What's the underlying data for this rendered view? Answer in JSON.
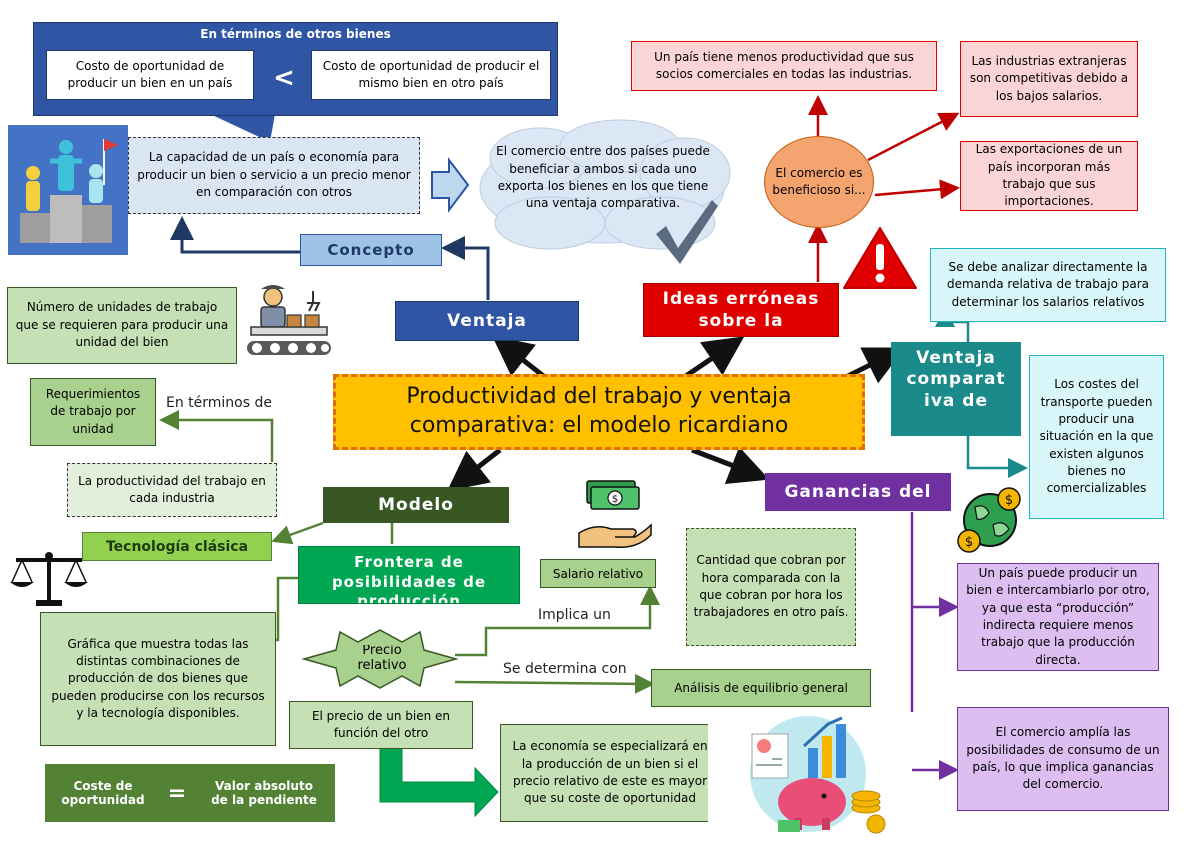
{
  "title": "Productividad del trabajo y ventaja comparativa: el modelo ricardiano",
  "otros_bienes": {
    "title": "En términos de otros bienes",
    "left": "Costo de oportunidad de producir un bien en un país",
    "symbol": "<",
    "right": "Costo de oportunidad de producir el mismo bien en otro país"
  },
  "capacidad": "La capacidad de un país o economía para producir un bien o servicio a un precio menor en comparación con otros",
  "cloud": "El comercio entre dos países puede beneficiar a ambos si cada uno exporta los bienes en los que tiene una ventaja comparativa.",
  "concepto": "Concepto",
  "ventaja": "Ventaja",
  "numero_unidades": "Número de unidades de trabajo que se requieren para producir una unidad del bien",
  "requerimientos": "Requerimientos de trabajo por unidad",
  "en_terminos_de": "En términos de",
  "productividad_industria": "La productividad del trabajo en cada industria",
  "modelo": "Modelo",
  "tecnologia": "Tecnología clásica",
  "frontera": "Frontera de posibilidades de producción",
  "grafica": "Gráfica que muestra todas las distintas combinaciones de producción de dos bienes que pueden producirse con los recursos y la tecnología disponibles.",
  "salario_relativo": "Salario relativo",
  "cantidad_cobran": "Cantidad que cobran por hora comparada con la que cobran por hora los trabajadores en otro país.",
  "implica_un": "Implica un",
  "precio_relativo": "Precio relativo",
  "se_determina_con": "Se determina con",
  "analisis_equilibrio": "Análisis de equilibrio general",
  "precio_bien": "El precio de un bien en función del otro",
  "economia_especializara": "La economía se especializará en la producción de un bien si el precio relativo de este es mayor que su coste de oportunidad",
  "coste_oportunidad": "Coste de oportunidad",
  "igual": "=",
  "valor_absoluto": "Valor absoluto de la pendiente",
  "ideas_erroneas": "Ideas erróneas sobre la",
  "comercio_beneficioso": "El comercio es beneficioso si...",
  "menos_productividad": "Un país tiene menos productividad que sus socios comerciales en todas las industrias.",
  "industrias_extranjeras": "Las industrias extranjeras son competitivas debido a los bajos salarios.",
  "exportaciones": "Las exportaciones de un país incorporan más trabajo que sus importaciones.",
  "ventaja_comparativa": "Ventaja comparat iva de",
  "analizar_demanda": "Se debe analizar directamente la demanda relativa de trabajo para determinar los salarios relativos",
  "costes_transporte": "Los costes del transporte pueden producir una situación en la que existen algunos bienes no comercializables",
  "ganancias": "Ganancias del",
  "produccion_indirecta": "Un país puede producir un bien e intercambiarlo por otro, ya que esta “producción” indirecta requiere menos trabajo que la producción directa.",
  "comercio_amplia": "El comercio amplía las posibilidades de consumo de un país, lo que implica ganancias del comercio.",
  "icons": [
    "podium-icon",
    "factory-worker-icon",
    "balance-scale-icon",
    "money-hand-icon",
    "global-trade-icon",
    "piggy-bank-chart-icon",
    "warning-icon",
    "checkmark-icon"
  ],
  "colors": {
    "blue_dark": "#2f55a4",
    "blue_light": "#dbe6f5",
    "green_dark": "#385723",
    "green_light": "#c5e0b4",
    "red": "#e00000",
    "red_light": "#fbd5d5",
    "teal": "#1b8a8a",
    "cyan_light": "#d9f7fb",
    "purple": "#7030a0",
    "purple_light": "#dcbef0",
    "gold": "#ffc000",
    "orange": "#f4a46e"
  }
}
